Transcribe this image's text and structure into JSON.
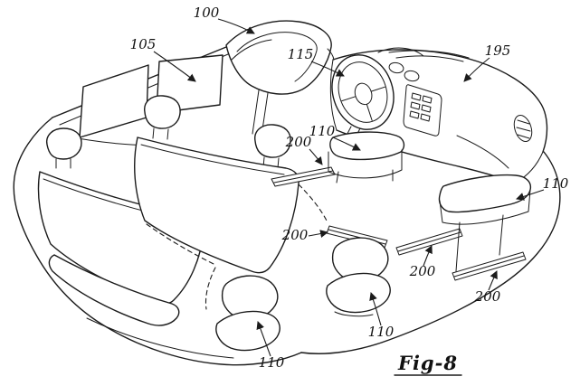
{
  "colors": {
    "ink": "#1b1b1b",
    "paper": "#ffffff"
  },
  "caption": "Fig-8",
  "refs": {
    "r100": "100",
    "r105": "105",
    "r115": "115",
    "r195": "195",
    "r110_front_seat": "110",
    "r200_front_track": "200",
    "r110_right_seat": "110",
    "r200_mid_track": "200",
    "r200_right_track_a": "200",
    "r200_right_track_b": "200",
    "r110_center_seat": "110",
    "r110_left_seat": "110"
  }
}
